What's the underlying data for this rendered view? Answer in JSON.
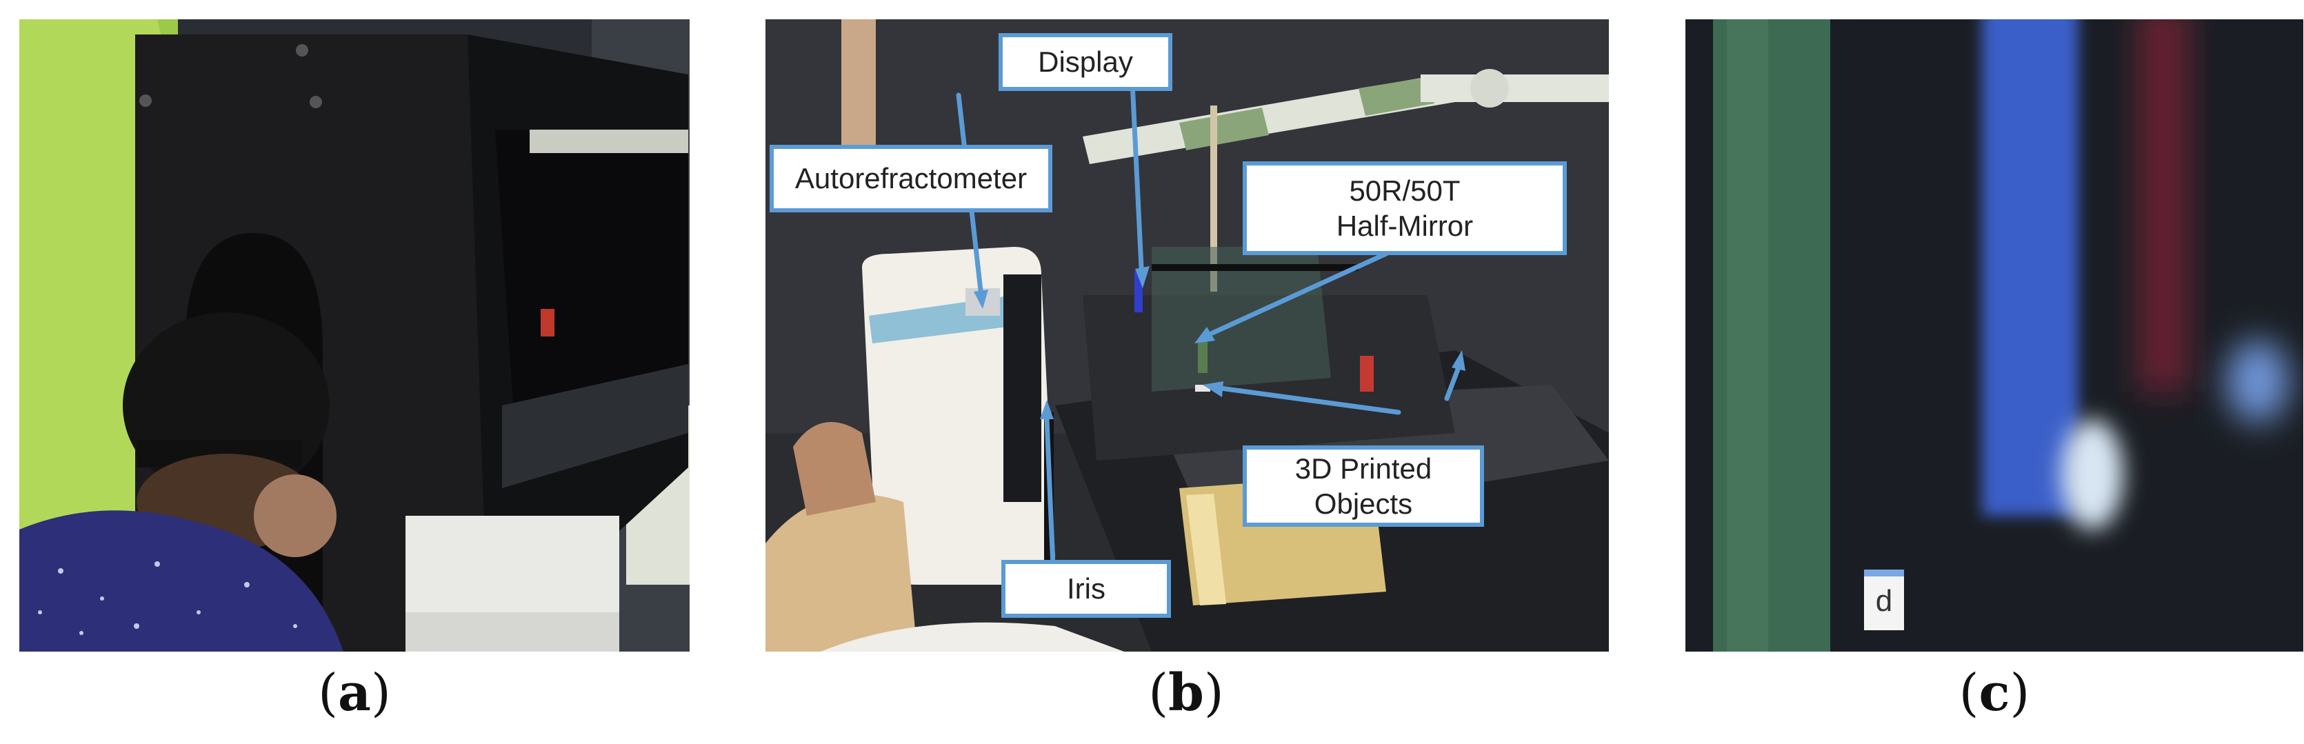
{
  "panels": {
    "a": {
      "caption_open": "(",
      "caption_letter": "a",
      "caption_close": ")"
    },
    "b": {
      "caption_open": "(",
      "caption_letter": "b",
      "caption_close": ")",
      "callouts": {
        "display": "Display",
        "autorefractometer": "Autorefractometer",
        "half_mirror_line1": "50R/50T",
        "half_mirror_line2": "Half-Mirror",
        "printed_line1": "3D Printed",
        "printed_line2": "Objects",
        "iris": "Iris"
      },
      "callout_color": "#5b9bd5"
    },
    "c": {
      "caption_open": "(",
      "caption_letter": "c",
      "caption_close": ")",
      "marker_label": "d"
    }
  }
}
